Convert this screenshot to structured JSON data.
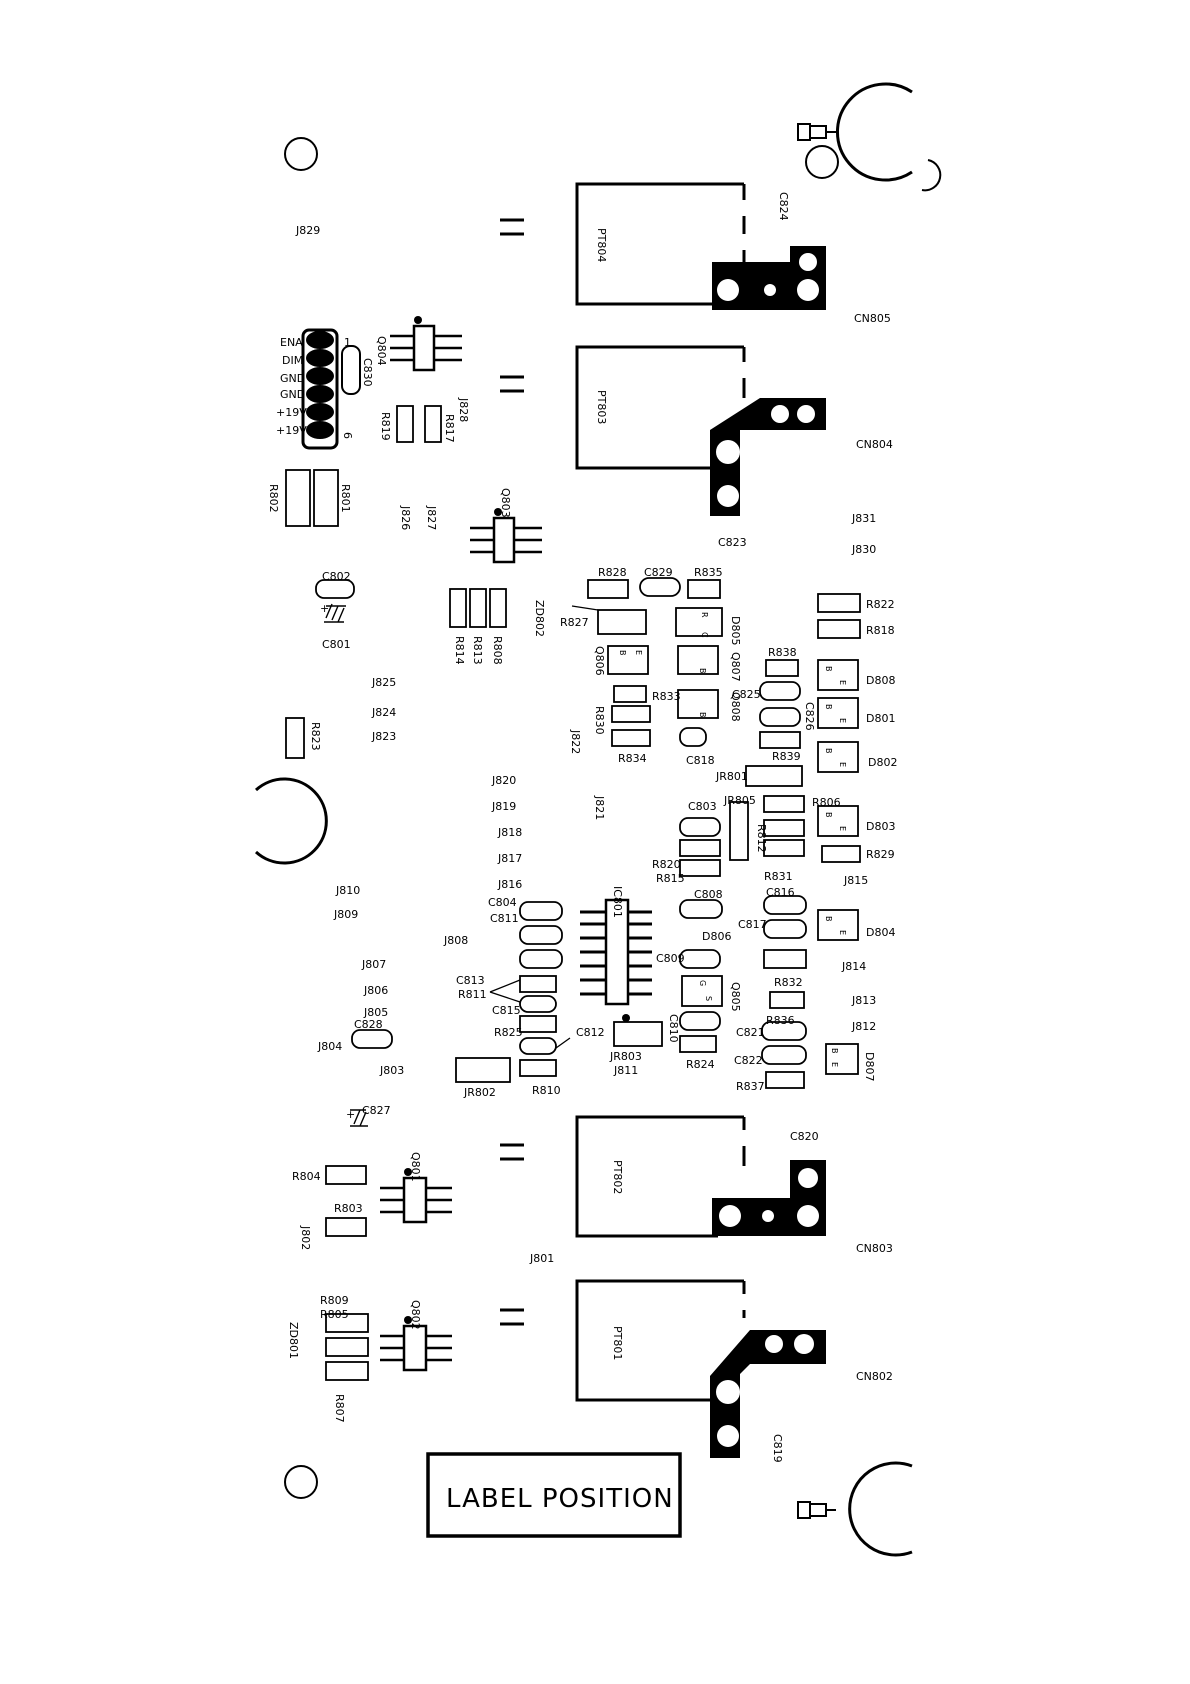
{
  "label_box": {
    "text": "LABEL POSITION"
  },
  "connector_pins": [
    "ENA",
    "DIM",
    "GND",
    "GND",
    "+19V",
    "+19V"
  ],
  "pin_numbers": {
    "first": "1",
    "last": "6"
  },
  "transformers": [
    "PT804",
    "PT803",
    "PT802",
    "PT801"
  ],
  "connectors": [
    "CN805",
    "CN804",
    "CN803",
    "CN802"
  ],
  "designators": {
    "J829": "J829",
    "C824": "C824",
    "Q804": "Q804",
    "C830": "C830",
    "R819": "R819",
    "R817": "R817",
    "J828": "J828",
    "R802": "R802",
    "R801": "R801",
    "J826": "J826",
    "J827": "J827",
    "Q803": "Q803",
    "C823": "C823",
    "J831": "J831",
    "J830": "J830",
    "C802": "C802",
    "C801": "C801",
    "R814": "R814",
    "R813": "R813",
    "R808": "R808",
    "ZD802": "ZD802",
    "R828": "R828",
    "C829": "C829",
    "R835": "R835",
    "R827": "R827",
    "D805": "D805",
    "Q807": "Q807",
    "Q806": "Q806",
    "R822": "R822",
    "R818": "R818",
    "R838": "R838",
    "D808": "D808",
    "R833": "R833",
    "C825": "C825",
    "C826": "C826",
    "D801": "D801",
    "R830": "R830",
    "Q808": "Q808",
    "R834": "R834",
    "C818": "C818",
    "R839": "R839",
    "D802": "D802",
    "J822": "J822",
    "J825": "J825",
    "J824": "J824",
    "J823": "J823",
    "R823": "R823",
    "JR801": "JR801",
    "J820": "J820",
    "J819": "J819",
    "J821": "J821",
    "JR805": "JR805",
    "C803": "C803",
    "R806": "R806",
    "R812": "R812",
    "D803": "D803",
    "J818": "J818",
    "J817": "J817",
    "R820": "R820",
    "R815": "R815",
    "R831": "R831",
    "R829": "R829",
    "J815": "J815",
    "J816": "J816",
    "J810": "J810",
    "J809": "J809",
    "C804": "C804",
    "C811": "C811",
    "IC801": "IC801",
    "C808": "C808",
    "C816": "C816",
    "C817": "C817",
    "D804": "D804",
    "D806": "D806",
    "J808": "J808",
    "C809": "C809",
    "J814": "J814",
    "J807": "J807",
    "C813": "C813",
    "R811": "R811",
    "R832": "R832",
    "Q805": "Q805",
    "J806": "J806",
    "C815": "C815",
    "J813": "J813",
    "J805": "J805",
    "R836": "R836",
    "C828": "C828",
    "R825": "R825",
    "C812": "C812",
    "C810": "C810",
    "J812": "J812",
    "J804": "J804",
    "C821": "C821",
    "JR803": "JR803",
    "D807": "D807",
    "J811": "J811",
    "R824": "R824",
    "C822": "C822",
    "J803": "J803",
    "JR802": "JR802",
    "R810": "R810",
    "R837": "R837",
    "C827": "C827",
    "C820": "C820",
    "Q801": "Q801",
    "R804": "R804",
    "R803": "R803",
    "J802": "J802",
    "J801": "J801",
    "R809": "R809",
    "R805": "R805",
    "Q802": "Q802",
    "ZD801": "ZD801",
    "R807": "R807",
    "C819": "C819"
  },
  "pad_letters": {
    "B": "B",
    "E": "E",
    "R": "R",
    "C": "C",
    "G": "G",
    "S": "S"
  },
  "polarity_plus": "+"
}
